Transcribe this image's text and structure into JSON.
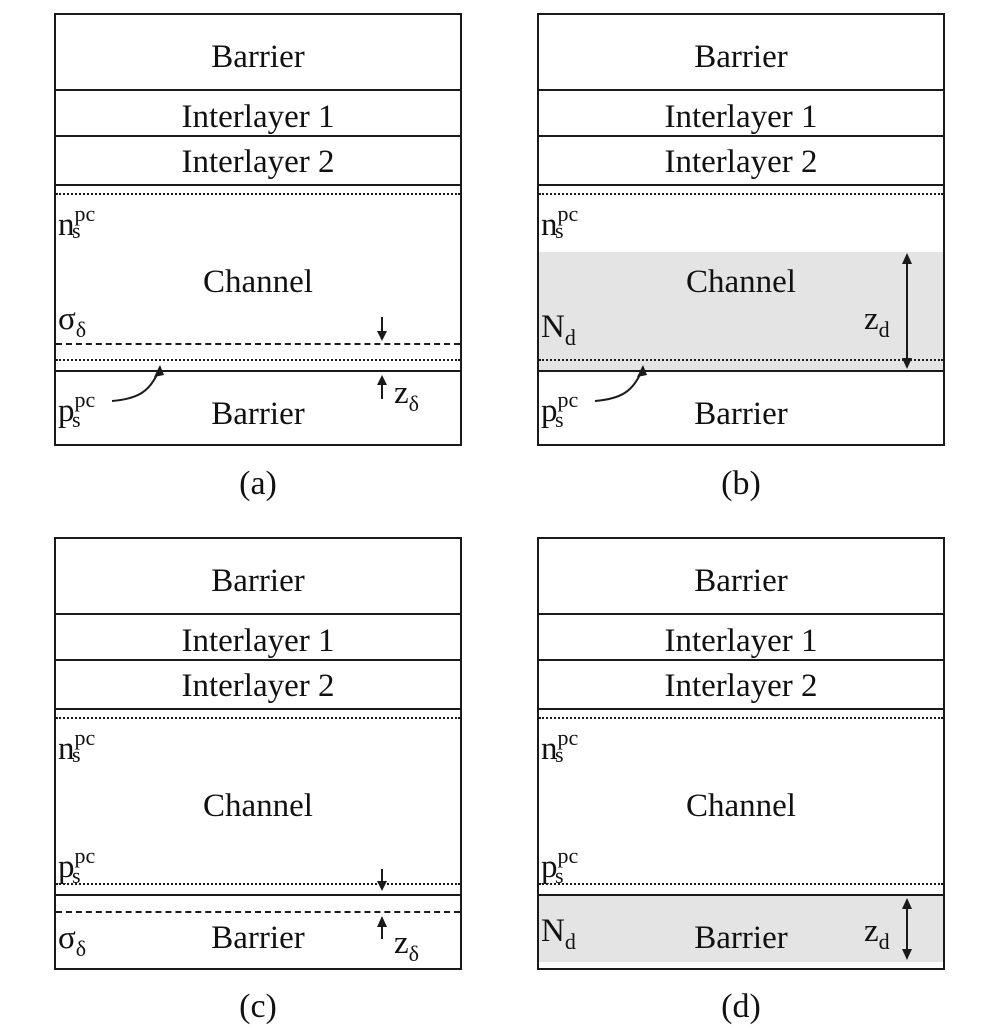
{
  "layers": {
    "barrier": "Barrier",
    "interlayer1": "Interlayer 1",
    "interlayer2": "Interlayer 2",
    "channel": "Channel"
  },
  "symbols": {
    "n_base": "n",
    "n_sub": "s",
    "n_sup": "pc",
    "p_base": "p",
    "p_sub": "s",
    "p_sup": "pc",
    "sigma_base": "σ",
    "sigma_sub": "δ",
    "N_base": "N",
    "N_sub": "d",
    "z_base": "z",
    "zdelta_sub": "δ",
    "zd_sub": "d"
  },
  "captions": {
    "a": "(a)",
    "b": "(b)",
    "c": "(c)",
    "d": "(d)"
  },
  "colors": {
    "shade": "#e4e4e4",
    "line": "#1a1a1a"
  }
}
